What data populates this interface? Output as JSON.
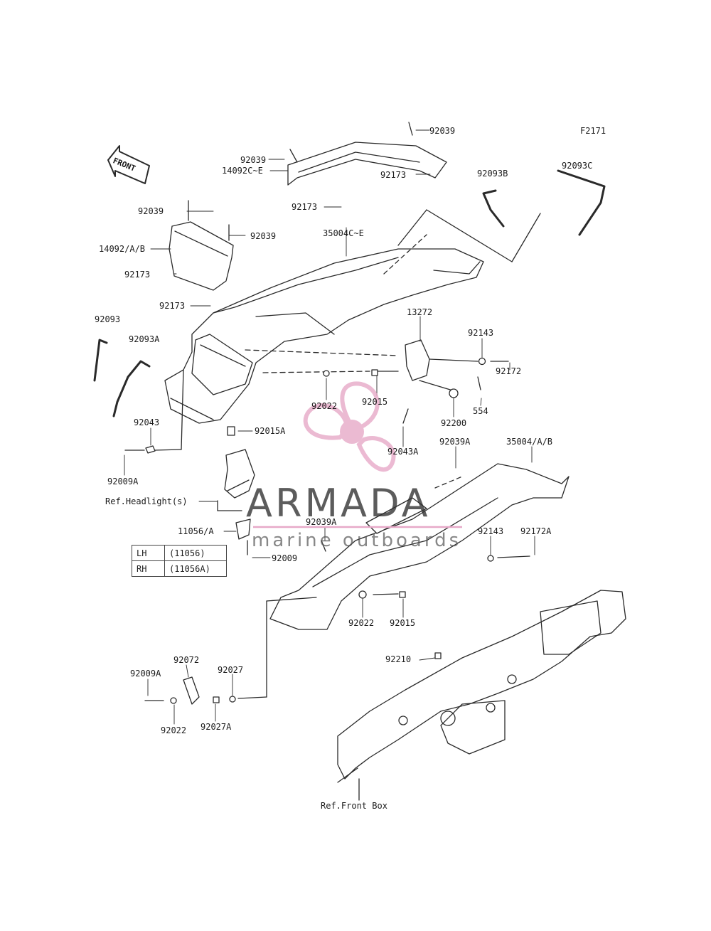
{
  "figure_id": "F2171",
  "front_arrow_label": "FRONT",
  "watermark": {
    "brand": "ARMADA",
    "tagline": "marine outboards",
    "pink": "#e7a9c8",
    "pink_dark": "#d77aab"
  },
  "part_labels": [
    "92039",
    "92039",
    "14092C~E",
    "92173",
    "92173",
    "92093B",
    "92093C",
    "92039",
    "14092/A/B",
    "92039",
    "35004C~E",
    "92173",
    "92173",
    "92093",
    "92093A",
    "13272",
    "92143",
    "92172",
    "92022",
    "92015",
    "554",
    "92200",
    "92043",
    "92015A",
    "92043A",
    "92009A",
    "92039A",
    "35004/A/B",
    "Ref.Headlight(s)",
    "92039A",
    "11056/A",
    "92143",
    "92172A",
    "92009",
    "92022",
    "92015",
    "92210",
    "92072",
    "92009A",
    "92027",
    "92022",
    "92027A",
    "Ref.Front Box"
  ],
  "side_table": {
    "rows": [
      {
        "side": "LH",
        "part": "(11056)"
      },
      {
        "side": "RH",
        "part": "(11056A)"
      }
    ]
  }
}
